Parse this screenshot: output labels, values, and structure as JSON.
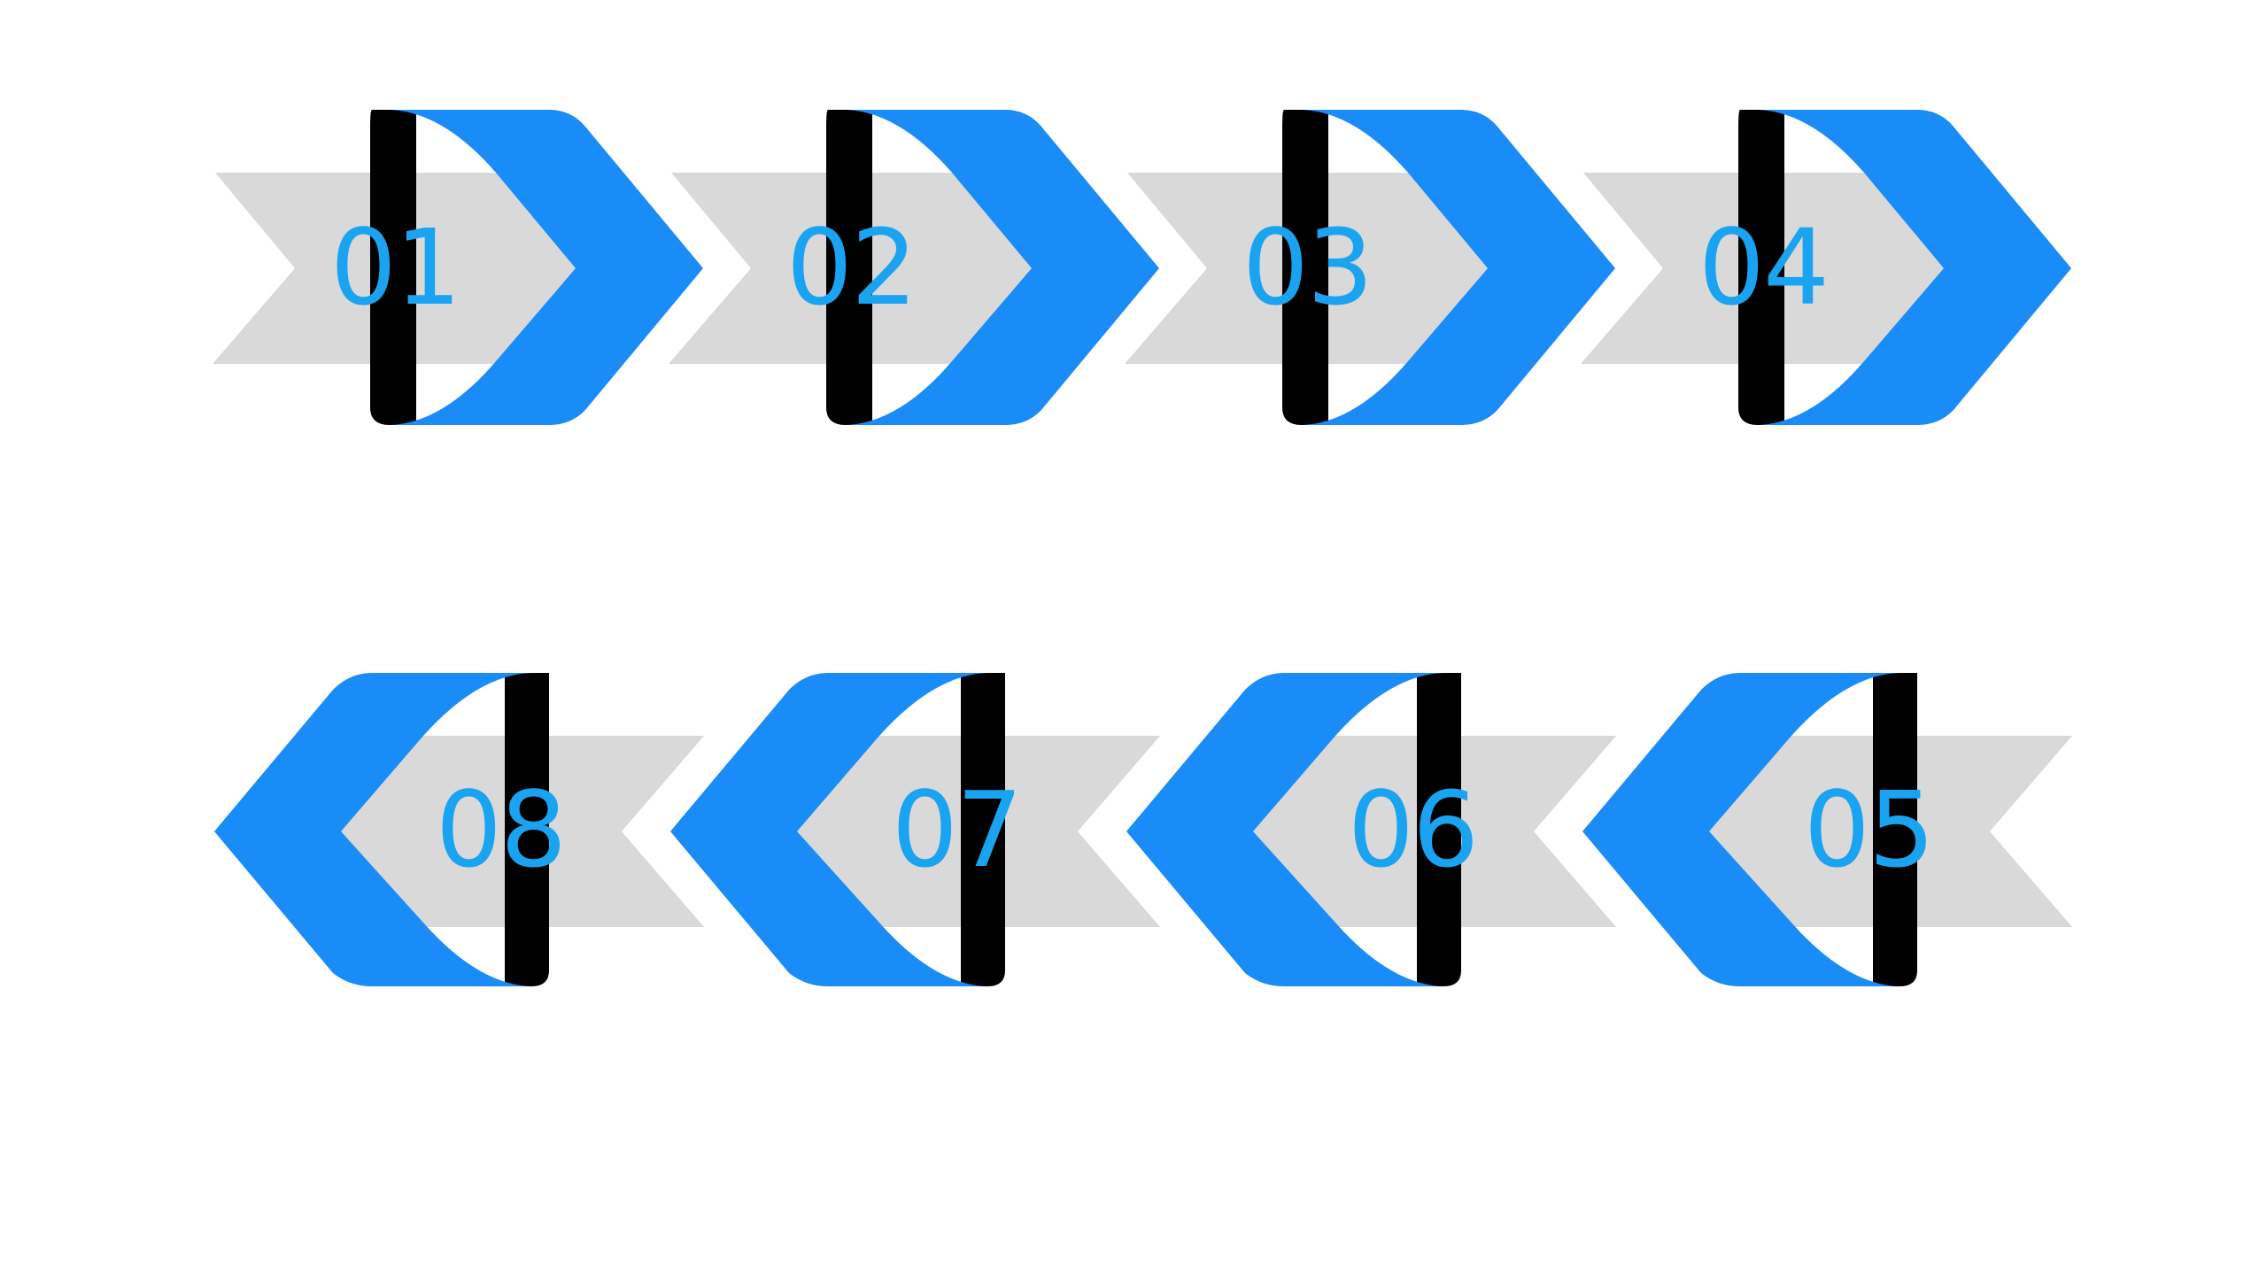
{
  "colors": {
    "background": "#ffffff",
    "arrow_body": "#d9d9d9",
    "chevron_blue": "#1a8cf7",
    "chevron_shadow": "#000000",
    "number_text": "#1aa3f0"
  },
  "rows": [
    {
      "direction": "right",
      "steps": [
        {
          "number": "01"
        },
        {
          "number": "02"
        },
        {
          "number": "03"
        },
        {
          "number": "04"
        }
      ]
    },
    {
      "direction": "left",
      "steps": [
        {
          "number": "08"
        },
        {
          "number": "07"
        },
        {
          "number": "06"
        },
        {
          "number": "05"
        }
      ]
    }
  ]
}
